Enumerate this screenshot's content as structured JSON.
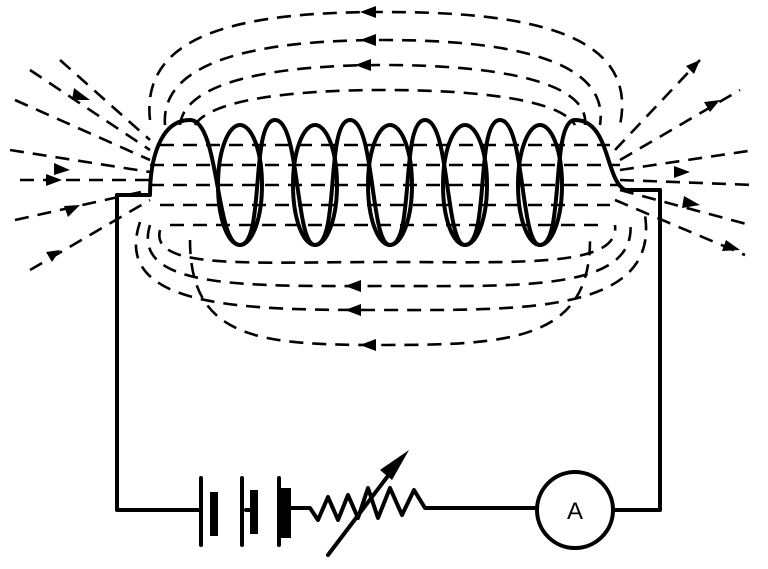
{
  "diagram": {
    "ammeter_label": "A",
    "colors": {
      "ink": "#000000",
      "background": "#ffffff"
    },
    "components": [
      "solenoid",
      "battery",
      "rheostat",
      "ammeter",
      "magnetic-field-lines"
    ]
  }
}
